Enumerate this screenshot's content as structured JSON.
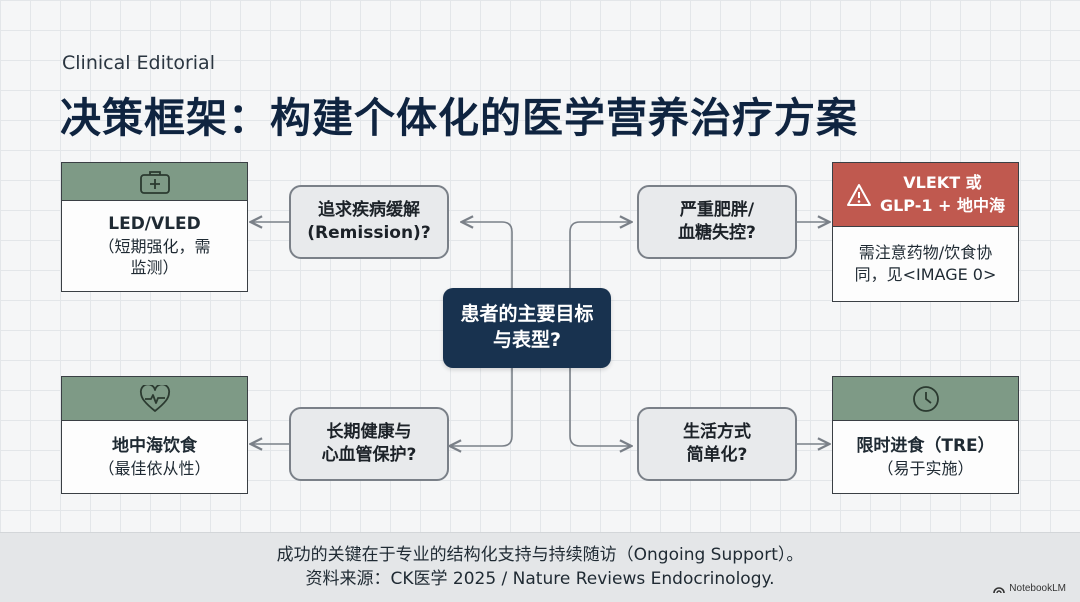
{
  "eyebrow": "Clinical Editorial",
  "title": "决策框架：构建个体化的医学营养治疗方案",
  "center": {
    "line1": "患者的主要目标",
    "line2": "与表型?"
  },
  "decisions": [
    {
      "id": "remission",
      "line1": "追求疾病缓解",
      "line2": "(Remission)?"
    },
    {
      "id": "obesity",
      "line1": "严重肥胖/",
      "line2": "血糖失控?"
    },
    {
      "id": "cardio",
      "line1": "长期健康与",
      "line2": "心血管保护?"
    },
    {
      "id": "lifestyle",
      "line1": "生活方式",
      "line2": "简单化?"
    }
  ],
  "outcomes": [
    {
      "id": "led",
      "icon": "medical-kit-icon",
      "title": "LED/VLED",
      "sub1": "（短期强化，需",
      "sub2": "监测）"
    },
    {
      "id": "vlekt",
      "icon": "warning-icon",
      "head1": "VLEKT 或",
      "head2": "GLP-1 + 地中海",
      "sub1": "需注意药物/饮食协",
      "sub2": "同，见<IMAGE 0>",
      "head_color": "#c0594f"
    },
    {
      "id": "med",
      "icon": "heart-pulse-icon",
      "title": "地中海饮食",
      "sub1": "（最佳依从性）"
    },
    {
      "id": "tre",
      "icon": "clock-icon",
      "title": "限时进食（TRE）",
      "sub1": "（易于实施）"
    }
  ],
  "footer": {
    "line1": "成功的关键在于专业的结构化支持与持续随访（Ongoing Support）。",
    "line2": "资料来源：CK医学 2025 / Nature Reviews Endocrinology."
  },
  "brand": "NotebookLM",
  "colors": {
    "center": "#18324f",
    "card_head": "#7e9a86",
    "warning": "#c0594f"
  }
}
